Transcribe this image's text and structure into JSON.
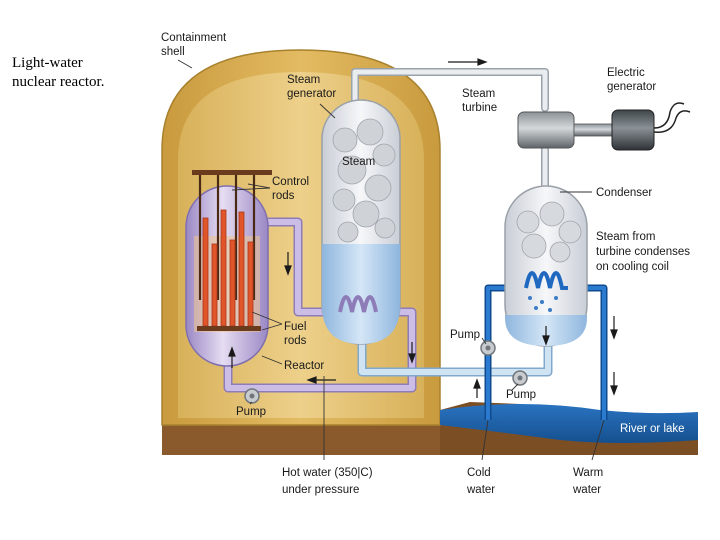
{
  "title": [
    "Light-water",
    "nuclear reactor."
  ],
  "labels": {
    "containment": [
      "Containment",
      "shell"
    ],
    "steam_generator": [
      "Steam",
      "generator"
    ],
    "steam_turbine": [
      "Steam",
      "turbine"
    ],
    "electric_generator": [
      "Electric",
      "generator"
    ],
    "steam": "Steam",
    "control_rods": [
      "Control",
      "rods"
    ],
    "condenser": "Condenser",
    "condenser_note": [
      "Steam from",
      "turbine condenses",
      "on cooling coil"
    ],
    "pump_right": "Pump",
    "fuel_rods": [
      "Fuel",
      "rods"
    ],
    "reactor": "Reactor",
    "pump_middle": "Pump",
    "pump_left": "Pump",
    "river": "River or lake",
    "hot_water": [
      "Hot water (350|C)",
      "under pressure"
    ],
    "cold_water": [
      "Cold",
      "water"
    ],
    "warm_water": [
      "Warm",
      "water"
    ]
  },
  "colors": {
    "shell": "#d9ad4e",
    "shell_edge": "#a8812e",
    "ground": "#8a5a2c",
    "water": "#1e5fa8",
    "purple": "#b9a6d6",
    "light_blue": "#b8d4ec",
    "fuel": "#e0552a"
  }
}
